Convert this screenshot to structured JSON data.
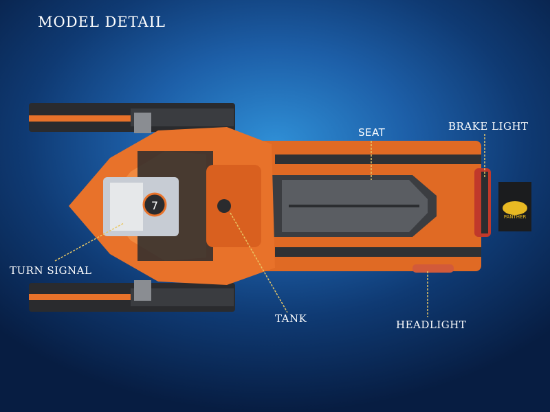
{
  "title": "MODEL DETAIL",
  "callouts": {
    "seat": "SEAT",
    "brake_light": "BRAKE LIGHT",
    "turn_signal": "TURN SIGNAL",
    "tank": "TANK",
    "headlight": "HEADLIGHT"
  },
  "badges": {
    "number": "7",
    "brand": "PANTHER"
  },
  "colors": {
    "background": "#1d5fa8",
    "body_orange": "#e8722a",
    "dark_grey": "#333538",
    "leader_line": "#e8c866"
  }
}
